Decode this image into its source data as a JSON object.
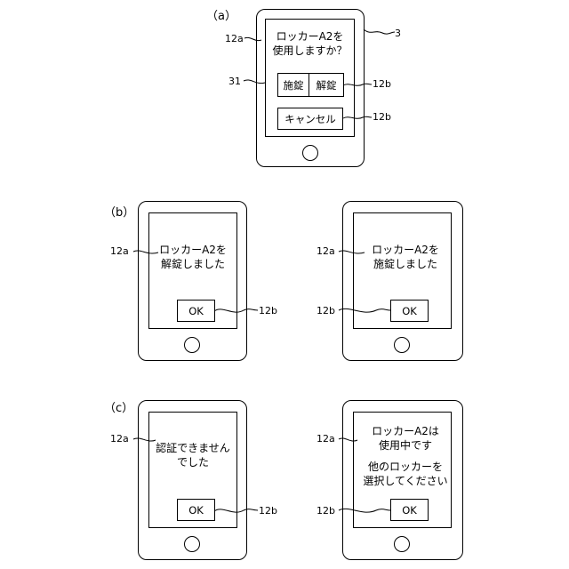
{
  "panel_labels": {
    "a": "（a）",
    "b": "（b）",
    "c": "（c）"
  },
  "ref_labels": {
    "device": "3",
    "screen": "31",
    "message": "12a",
    "button": "12b"
  },
  "phone_a": {
    "message_line1": "ロッカーA2を",
    "message_line2": "使用しますか？",
    "lock_button": "施錠",
    "unlock_button": "解錠",
    "cancel_button": "キャンセル"
  },
  "phone_b_left": {
    "message_line1": "ロッカーA2を",
    "message_line2": "解錠しました",
    "ok_button": "OK"
  },
  "phone_b_right": {
    "message_line1": "ロッカーA2を",
    "message_line2": "施錠しました",
    "ok_button": "OK"
  },
  "phone_c_left": {
    "message_line1": "認証できません",
    "message_line2": "でした",
    "ok_button": "OK"
  },
  "phone_c_right": {
    "message_line1": "ロッカーA2は",
    "message_line2": "使用中です",
    "message_line3": "他のロッカーを",
    "message_line4": "選択してください",
    "ok_button": "OK"
  }
}
